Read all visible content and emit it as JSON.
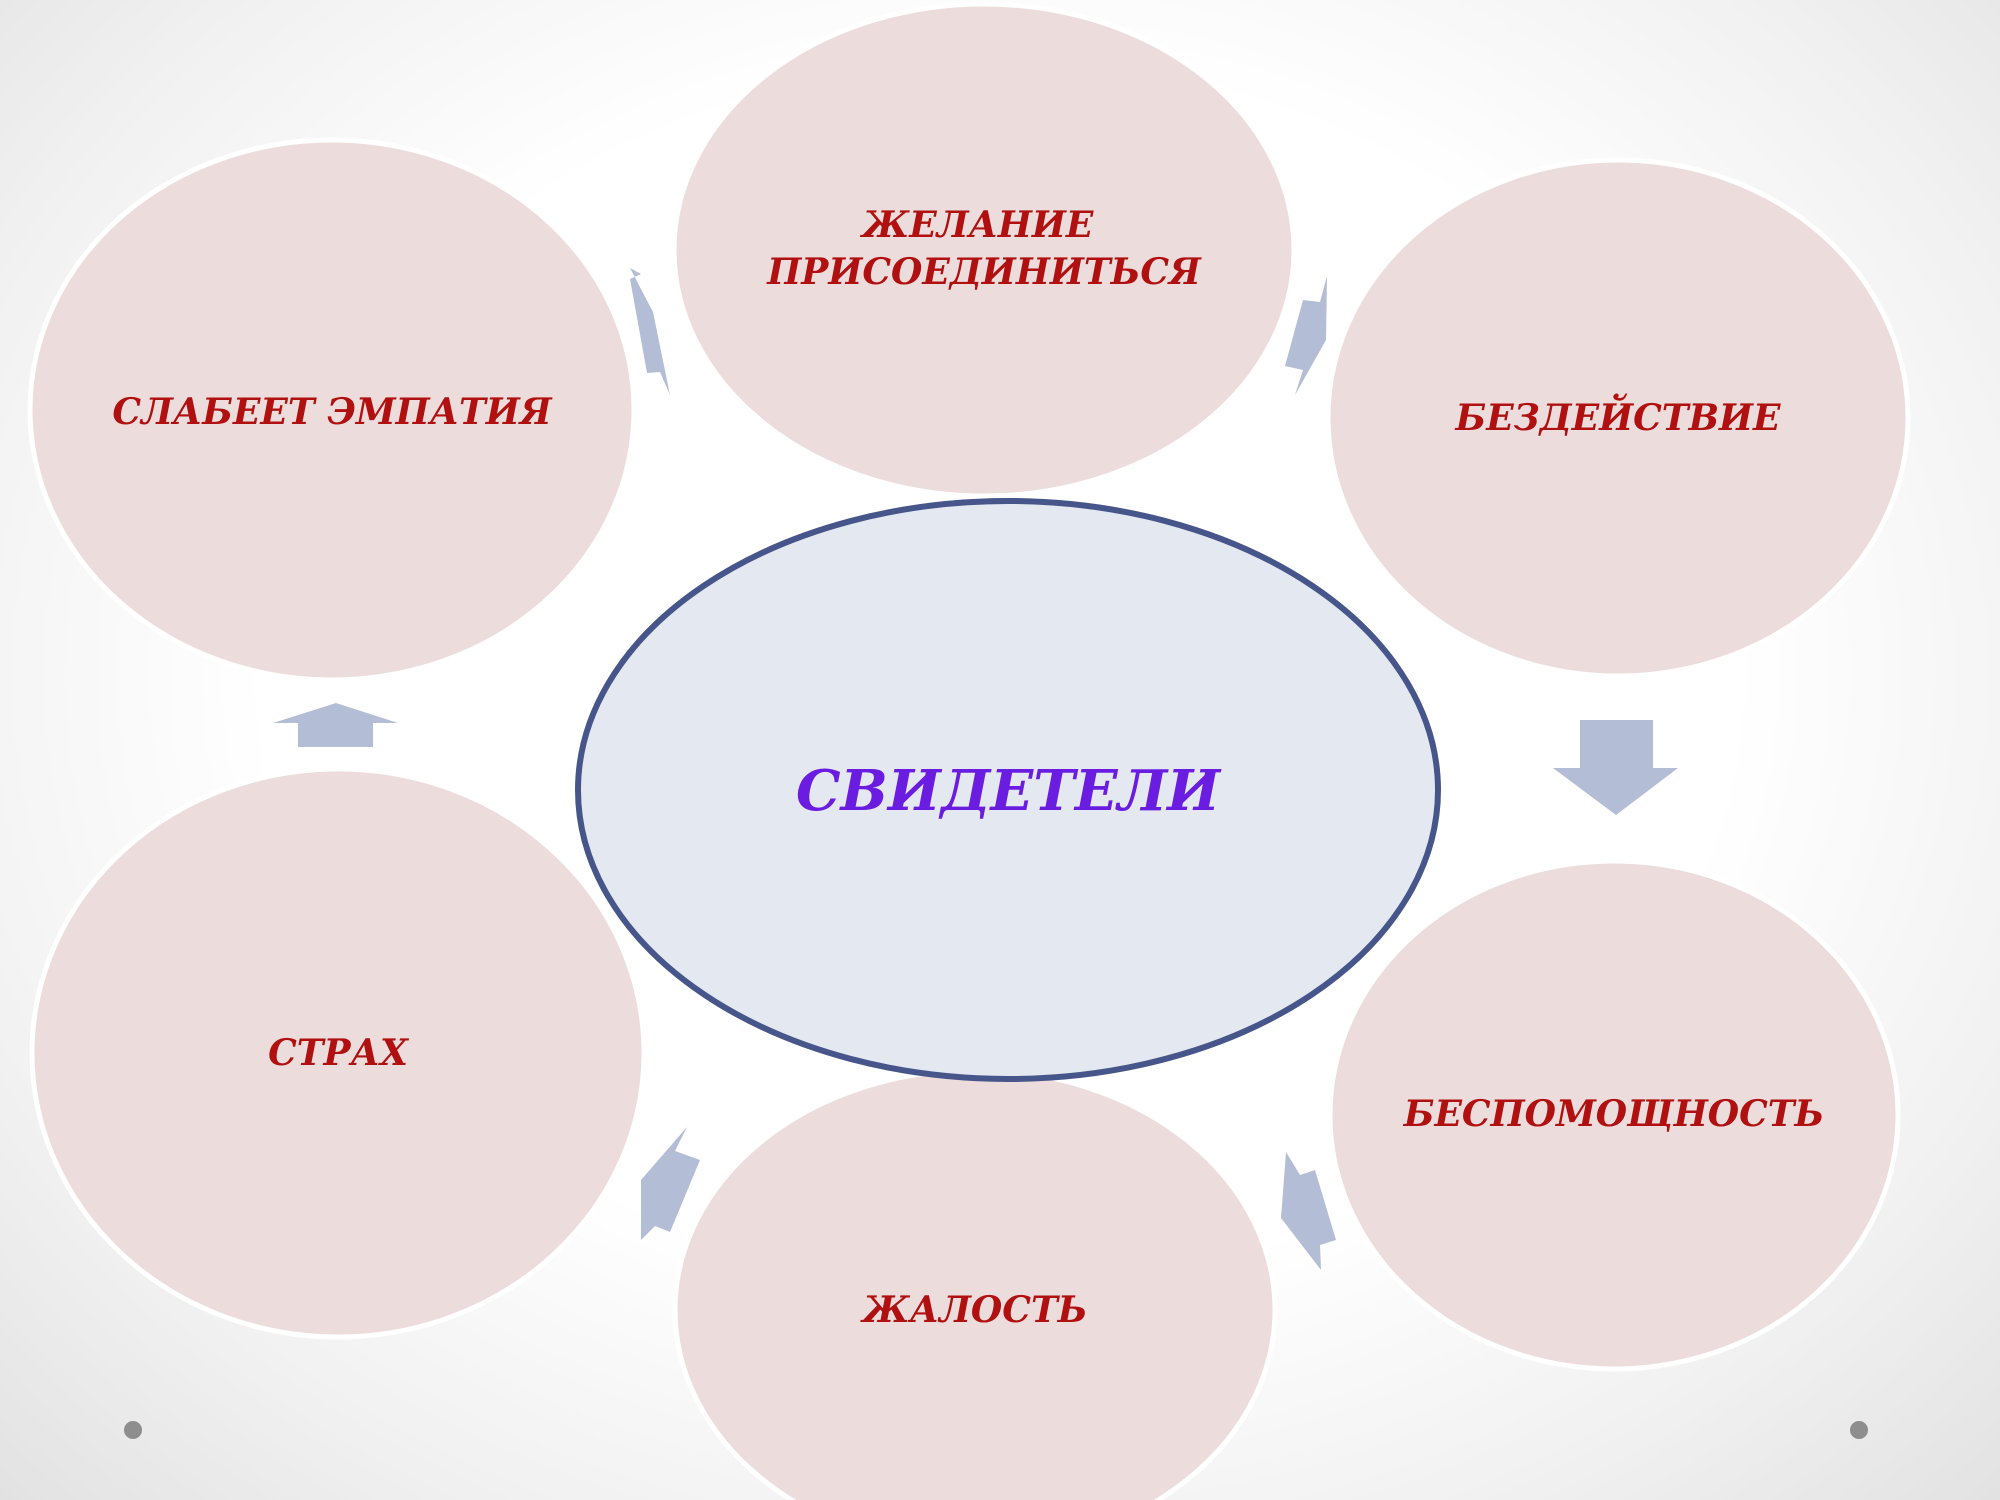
{
  "colors": {
    "node_fill": "#ecdcdc",
    "node_stroke": "#ffffff",
    "node_text": "#b01010",
    "center_fill": "#e3e8f1",
    "center_stroke": "#47568a",
    "center_text": "#6a1de0",
    "arrow": "#b4bdd6",
    "slide_dot": "#8e8e8e"
  },
  "center": {
    "label": "СВИДЕТЕЛИ"
  },
  "nodes": [
    {
      "id": "desire",
      "lines": [
        "ЖЕЛАНИЕ",
        "ПРИСОЕДИНИТЬСЯ"
      ]
    },
    {
      "id": "inaction",
      "lines": [
        "БЕЗДЕЙСТВИЕ"
      ]
    },
    {
      "id": "helplessness",
      "lines": [
        "БЕСПОМОЩНОСТЬ"
      ]
    },
    {
      "id": "pity",
      "lines": [
        "ЖАЛОСТЬ"
      ]
    },
    {
      "id": "fear",
      "lines": [
        "СТРАХ"
      ]
    },
    {
      "id": "empathy-weakens",
      "lines": [
        "СЛАБЕЕТ ЭМПАТИЯ"
      ]
    }
  ],
  "icons": {
    "arrow": "block-arrow-icon",
    "slide_marker": "dot-icon"
  }
}
